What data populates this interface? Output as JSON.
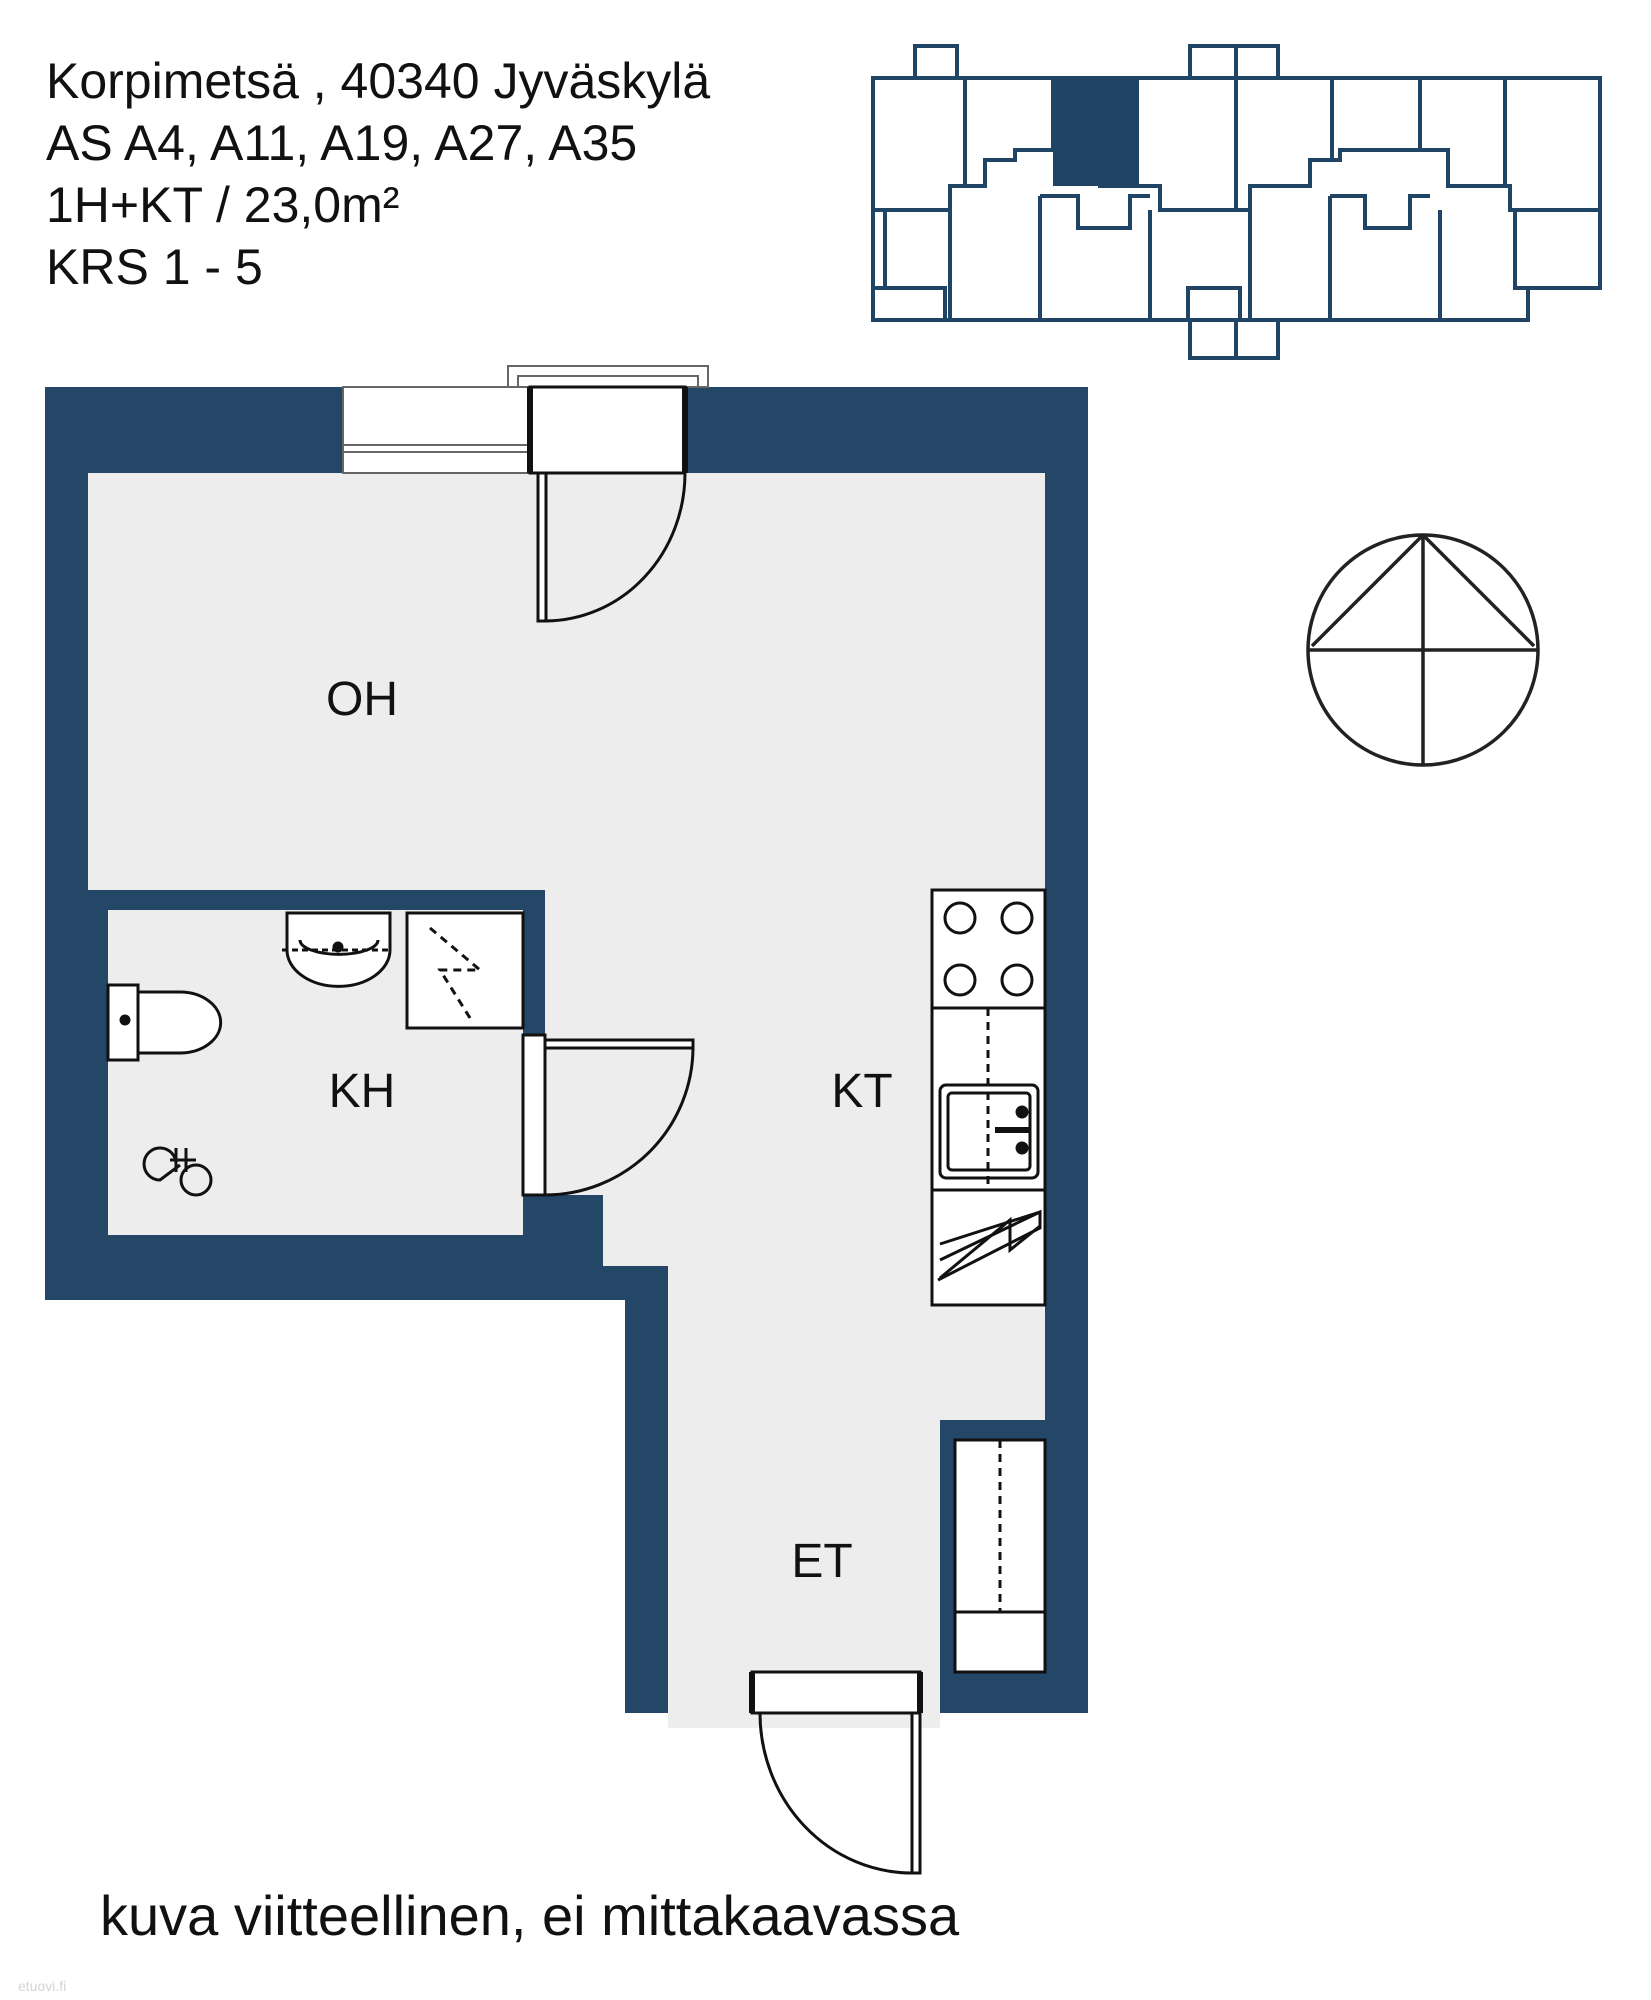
{
  "header": {
    "address": "Korpimetsä , 40340 Jyväskylä",
    "apartments": "AS A4, A11, A19, A27, A35",
    "layout_area": "1H+KT / 23,0m²",
    "floors": "KRS 1 - 5"
  },
  "rooms": {
    "living": "OH",
    "bathroom": "KH",
    "kitchen": "KT",
    "entry": "ET"
  },
  "footer": {
    "disclaimer": "kuva viitteellinen, ei mittakaavassa"
  },
  "watermark": "etuovi.fi",
  "colors": {
    "wall": "#244767",
    "floor": "#ededed",
    "key_plan_stroke": "#1f4464",
    "fixture_stroke": "#222222"
  },
  "icons": [
    "compass-icon",
    "toilet-icon",
    "sink-icon",
    "shower-icon",
    "stove-icon",
    "kitchen-sink-icon",
    "fridge-icon",
    "door-icon"
  ]
}
